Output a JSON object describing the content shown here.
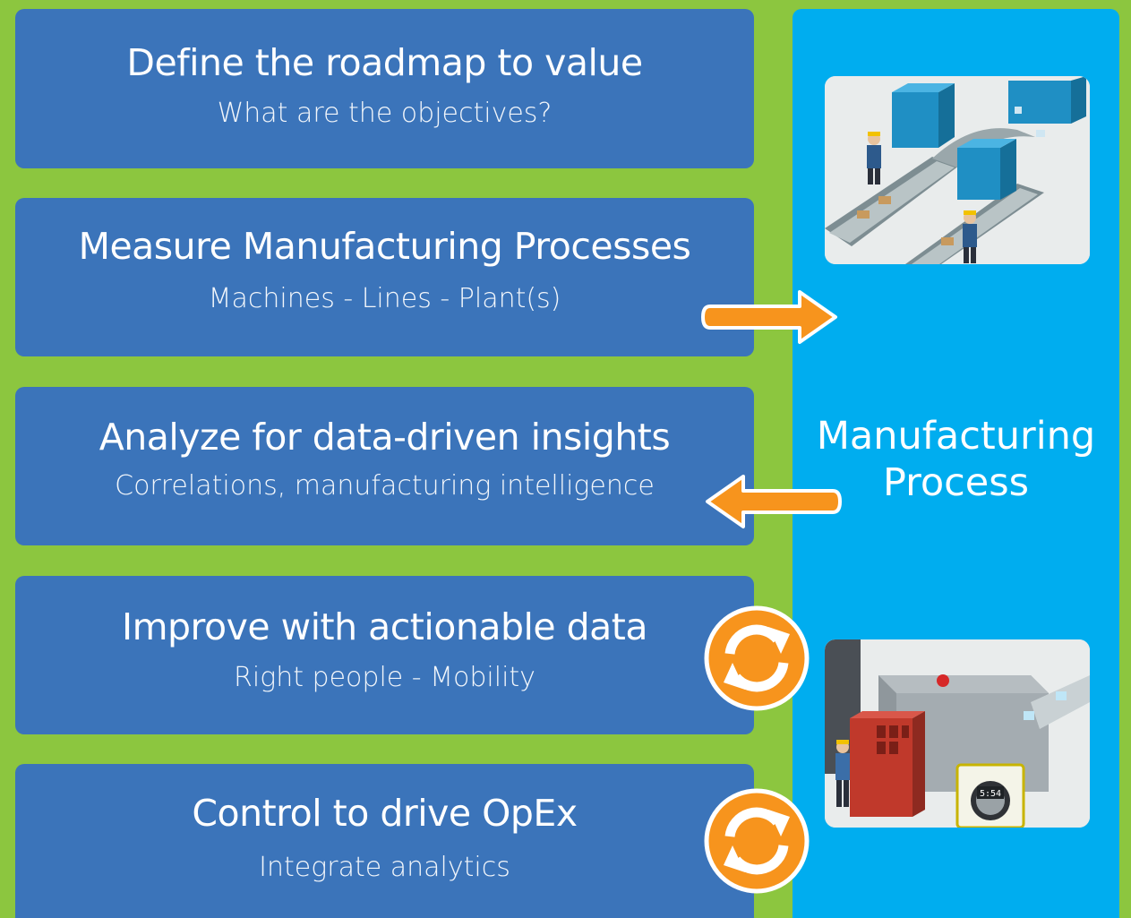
{
  "steps": [
    {
      "title": "Define the roadmap to value",
      "subtitle": "What are the objectives?"
    },
    {
      "title": "Measure Manufacturing Processes",
      "subtitle": "Machines - Lines - Plant(s)"
    },
    {
      "title": "Analyze for data-driven insights",
      "subtitle": "Correlations, manufacturing intelligence"
    },
    {
      "title": "Improve with actionable data",
      "subtitle": "Right people - Mobility"
    },
    {
      "title": "Control to drive OpEx",
      "subtitle": "Integrate analytics"
    }
  ],
  "panel": {
    "label_line1": "Manufacturing",
    "label_line2": "Process"
  },
  "thumb_display": "5:54",
  "icons": {
    "arrow_right": "arrow-right-icon",
    "arrow_left": "arrow-left-icon",
    "cycle": "refresh-icon"
  },
  "colors": {
    "background": "#8cc63f",
    "step_box": "#3b74ba",
    "panel": "#00adef",
    "accent_orange": "#f7941d"
  }
}
